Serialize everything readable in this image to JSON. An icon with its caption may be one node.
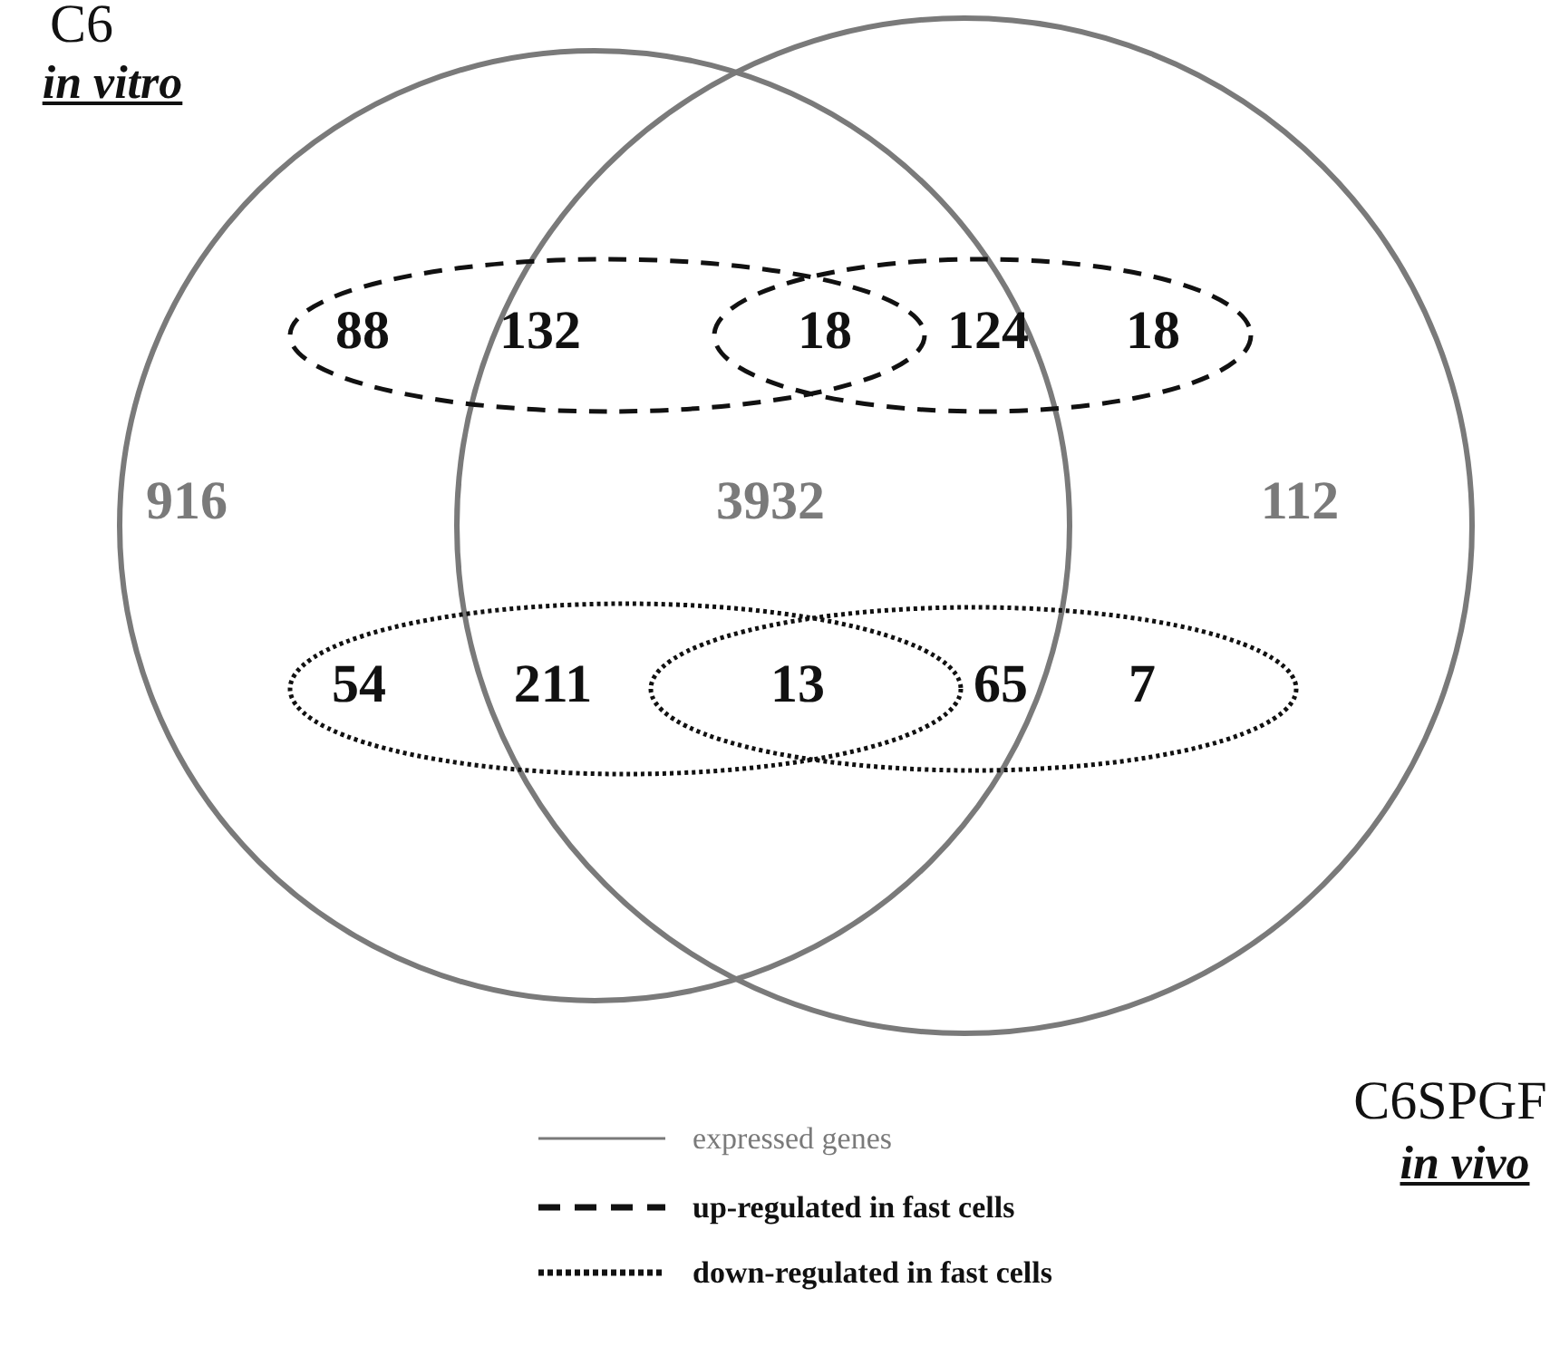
{
  "diagram": {
    "labels": [
      "C6",
      "in vitro",
      "88",
      "132",
      "18",
      "124",
      "18",
      "916",
      "3932",
      "112",
      "54",
      "211",
      "13",
      "65",
      "7",
      "C6SPGF",
      "in vivo"
    ],
    "legend": [
      {
        "text": "expressed genes"
      },
      {
        "text": "up-regulated in fast cells"
      },
      {
        "text": "down-regulated in fast cells"
      }
    ]
  }
}
